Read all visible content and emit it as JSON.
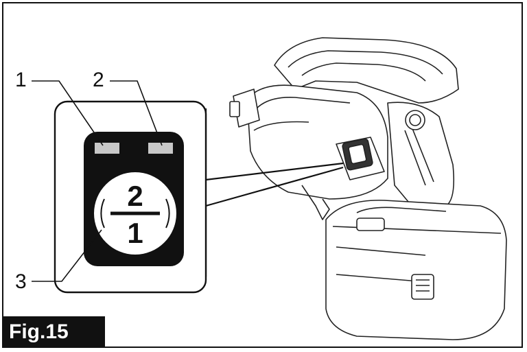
{
  "figure": {
    "label": "Fig.15",
    "callouts": [
      "1",
      "2",
      "3"
    ],
    "switch_face": {
      "top_number": "2",
      "bottom_number": "1"
    }
  }
}
